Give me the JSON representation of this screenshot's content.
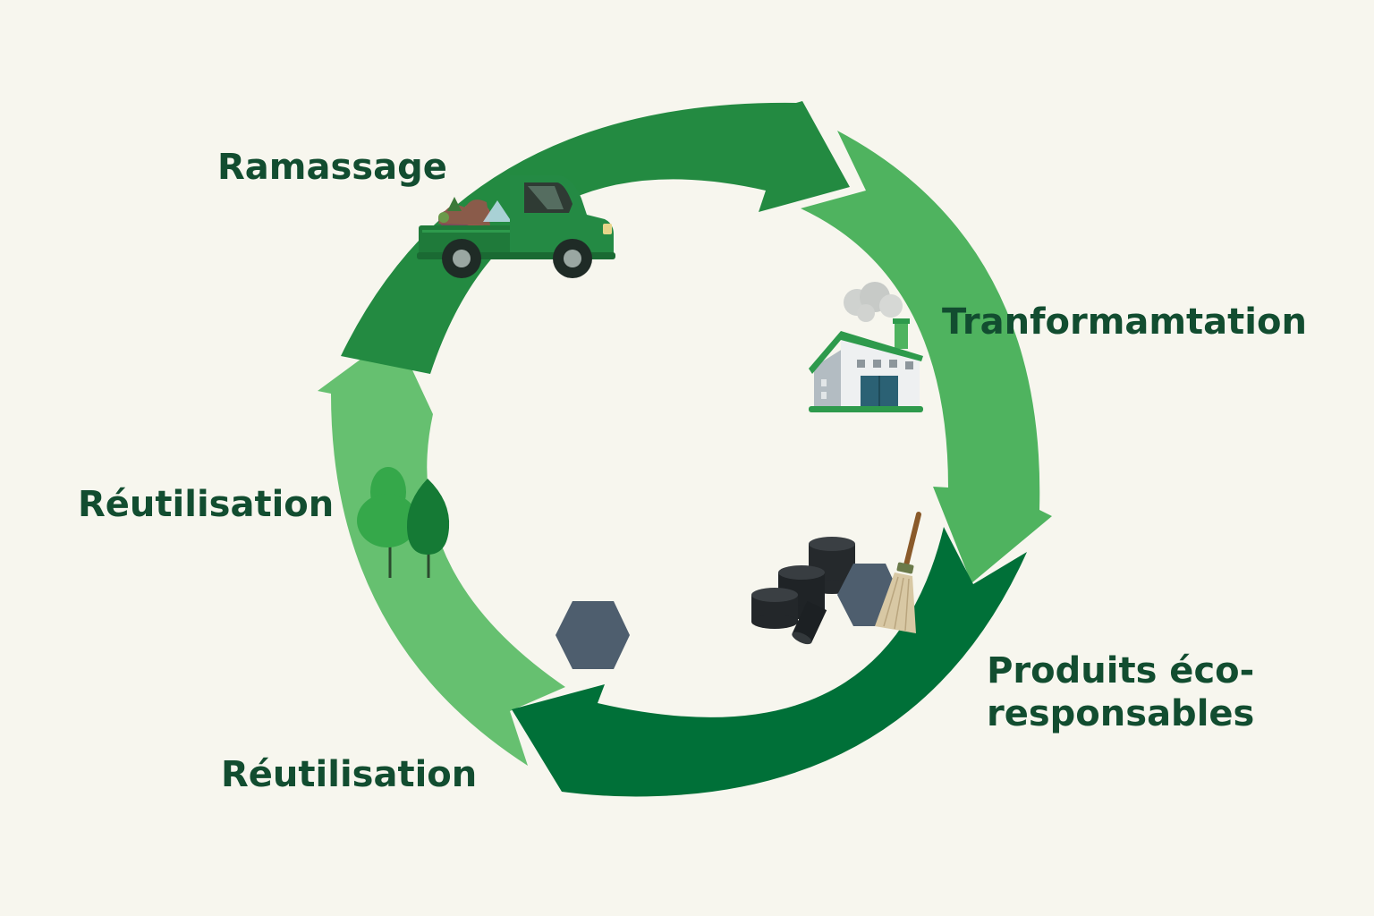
{
  "stages": {
    "collection": "Ramassage",
    "transformation": "Tranformamtation",
    "products_line1": "Produits éco-",
    "products_line2": "responsables",
    "reuse_left": "Réutilisation",
    "reuse_bottom": "Réutilisation"
  },
  "colors": {
    "background": "#f7f6ee",
    "arrow_collection": "#238a41",
    "arrow_transformation": "#4fb35f",
    "arrow_products": "#007038",
    "arrow_reuse": "#66c070",
    "label_text": "#124d30"
  },
  "icons": {
    "collection": "pickup-truck-icon",
    "transformation": "factory-icon",
    "products": "recycled-products-icon",
    "reuse": "trees-icon"
  }
}
